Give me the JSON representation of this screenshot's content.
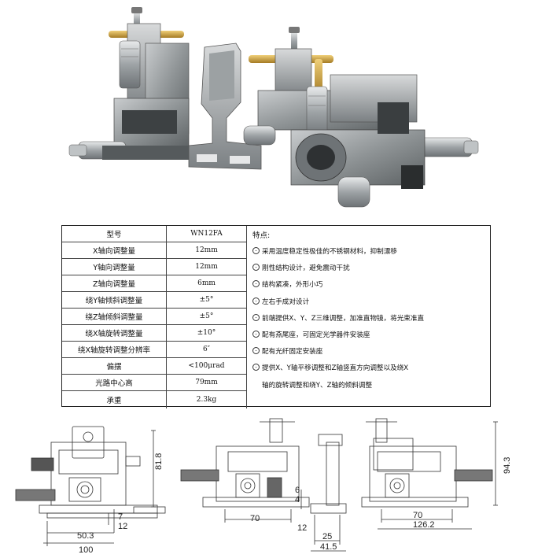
{
  "spec_table": {
    "header": [
      "型号",
      "WN12FA"
    ],
    "rows": [
      [
        "X轴向调整量",
        "12mm"
      ],
      [
        "Y轴向调整量",
        "12mm"
      ],
      [
        "Z轴向调整量",
        "6mm"
      ],
      [
        "绕Y轴倾斜调整量",
        "±5°"
      ],
      [
        "绕Z轴倾斜调整量",
        "±5°"
      ],
      [
        "绕X轴旋转调整量",
        "±10°"
      ],
      [
        "绕X轴旋转调整分辨率",
        "6″"
      ],
      [
        "偏摆",
        "<100μrad"
      ],
      [
        "光路中心高",
        "79mm"
      ],
      [
        "承重",
        "2.3kg"
      ]
    ]
  },
  "features": {
    "title": "特点:",
    "lines": [
      "采用温度稳定性极佳的不锈钢材料，抑制漂移",
      "刚性结构设计，避免震动干扰",
      "结构紧凑，外形小巧",
      "左右手成对设计",
      "前端提供X、Y、Z三维调整，加准直物镜，将光束准直",
      "配有燕尾座，可固定光学器件安装座",
      "配有光纤固定安装座",
      "提供X、Y轴平移调整和Z轴竖直方向调整以及绕X",
      "轴的旋转调整和绕Y、Z轴的倾斜调整"
    ]
  },
  "dimensions": {
    "height_81_8": "81.8",
    "d_7": "7",
    "d_12_left": "12",
    "d_50_3": "50.3",
    "d_100": "100",
    "d_70_a": "70",
    "d_6": "6",
    "d_4": "4",
    "d_12_mid": "12",
    "d_25": "25",
    "d_41_5": "41.5",
    "d_70_b": "70",
    "d_126_2": "126.2",
    "height_94_3": "94.3"
  }
}
